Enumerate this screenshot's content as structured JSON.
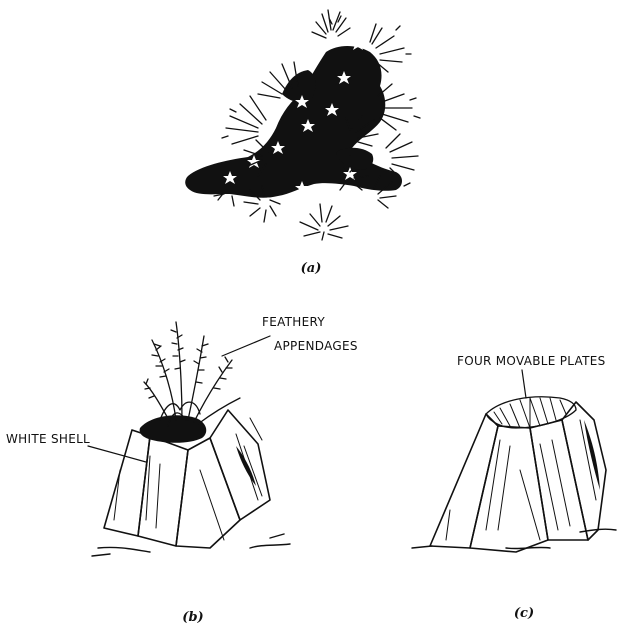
{
  "captions": {
    "a": "(a)",
    "b": "(b)",
    "c": "(c)"
  },
  "labels": {
    "feathery_line1": "FEATHERY",
    "feathery_line2": "APPENDAGES",
    "white_shell": "WHITE SHELL",
    "four_movable_plates": "FOUR MOVABLE PLATES"
  }
}
